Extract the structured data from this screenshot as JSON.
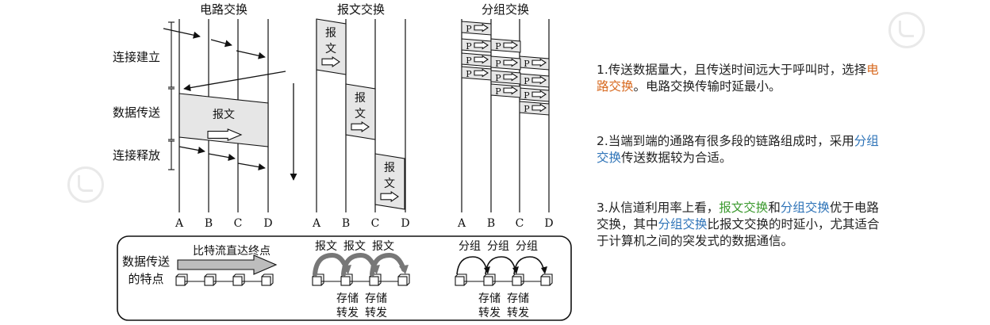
{
  "titles": {
    "circuit": "电路交换",
    "message": "报文交换",
    "packet": "分组交换"
  },
  "phases": {
    "setup": "连接建立",
    "transfer": "数据传送",
    "release": "连接释放"
  },
  "nodes": [
    "A",
    "B",
    "C",
    "D"
  ],
  "labels": {
    "message_word": "报文",
    "packet_letter": "P",
    "packet_word": "分组",
    "store": "存储",
    "forward": "转发"
  },
  "legend": {
    "row_label_line1": "数据传送",
    "row_label_line2": "的特点",
    "circuit_caption": "比特流直达终点"
  },
  "notes": {
    "n1_a": "1.传送数据量大，且传送时间远大于呼叫时，选择",
    "n1_hl": "电路交换",
    "n1_b": "。电路交换传输时延最小。",
    "n2_a": "2.当端到端的通路有很多段的链路组成时，采用",
    "n2_hl": "分组交换",
    "n2_b": "传送数据较为合适。",
    "n3_a": "3.从信道利用率上看，",
    "n3_hl1": "报文交换",
    "n3_and": "和",
    "n3_hl2": "分组交换",
    "n3_b": "优于电路交换，其中",
    "n3_hl3": "分组交换",
    "n3_c": "比报文交换的时延小，尤其适合于计算机之间的突发式的数据通信。"
  },
  "colors": {
    "orange": "#d7681e",
    "blue": "#2f74b8",
    "green": "#3c9a2f",
    "fill": "#e6e6e6"
  }
}
